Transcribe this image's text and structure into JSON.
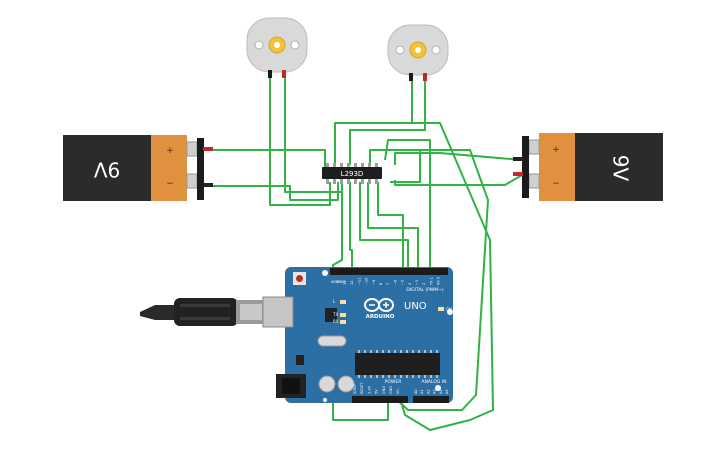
{
  "colors": {
    "wire": "#2fb344",
    "battery_body": "#2b2b2b",
    "battery_cap": "#e0913f",
    "board": "#2c6fa5",
    "motor": "#d9d9d9",
    "motor_hub": "#f2c33b",
    "chip": "#1e1e1e"
  },
  "batteries": [
    {
      "label": "9V",
      "plus": "+",
      "minus": "−"
    },
    {
      "label": "9V",
      "plus": "+",
      "minus": "−"
    }
  ],
  "driver_chip": {
    "label": "L293D"
  },
  "arduino": {
    "brand": "ARDUINO",
    "model": "UNO",
    "digital_label": "DIGITAL (PWM~)",
    "power_label": "POWER",
    "analog_label": "ANALOG IN",
    "aref_label": "AREF",
    "gnd_label": "GND",
    "led_label": "L",
    "tx_label": "TX",
    "rx_label": "RX",
    "on_label": "ON",
    "digital_pins": [
      "13",
      "12",
      "~11",
      "~10",
      "~9",
      "8",
      "7",
      "~6",
      "~5",
      "4",
      "~3",
      "2",
      "TX 1",
      "RX 0"
    ],
    "power_pins": [
      "IOREF",
      "RESET",
      "3.3V",
      "5V",
      "GND",
      "GND",
      "Vin"
    ],
    "analog_pins": [
      "A0",
      "A1",
      "A2",
      "A3",
      "A4",
      "A5"
    ]
  },
  "icons": [
    "dc-motor-icon",
    "usb-cable-icon",
    "battery-icon",
    "dc-jack-icon",
    "reset-button-icon"
  ]
}
